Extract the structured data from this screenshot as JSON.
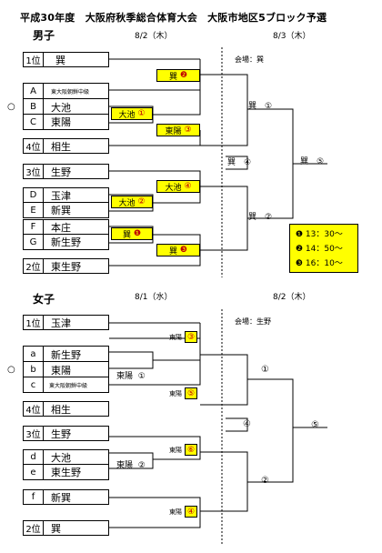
{
  "header": {
    "title": "平成30年度　大阪府秋季総合体育大会　大阪市地区5ブロック予選"
  },
  "boys": {
    "heading": "男子",
    "date_round1": "8/2（木）",
    "date_round2": "8/3（木）",
    "venue": "会場：巽",
    "teams": [
      {
        "seed": "1位",
        "name": "巽"
      },
      {
        "seed": "A",
        "name": "東大阪朝鮮中級"
      },
      {
        "seed": "B",
        "name": "大池"
      },
      {
        "seed": "C",
        "name": "東陽"
      },
      {
        "seed": "4位",
        "name": "相生"
      },
      {
        "seed": "3位",
        "name": "生野"
      },
      {
        "seed": "D",
        "name": "玉津"
      },
      {
        "seed": "E",
        "name": "新巽"
      },
      {
        "seed": "F",
        "name": "本庄"
      },
      {
        "seed": "G",
        "name": "新生野"
      },
      {
        "seed": "2位",
        "name": "東生野"
      }
    ],
    "circle_mark": "○",
    "matches": {
      "m_a": {
        "team": "大池",
        "num": "①"
      },
      "m_b": {
        "team": "東陽",
        "num": "③"
      },
      "m_c": {
        "team": "巽",
        "num": "❷"
      },
      "m_d": {
        "team": "大池",
        "num": "②"
      },
      "m_e": {
        "team": "大池",
        "num": "④"
      },
      "m_f": {
        "team": "巽",
        "num": "❶"
      },
      "m_g": {
        "team": "巽",
        "num": "❸"
      }
    },
    "final": {
      "upper": "巽　①",
      "lower": "巽　②",
      "third": "巽　④",
      "champ": "巽　⑤"
    },
    "schedule": [
      "❶ 13：30～",
      "❷ 14：50～",
      "❸ 16：10～"
    ]
  },
  "girls": {
    "heading": "女子",
    "date_round1": "8/1（水）",
    "date_round2": "8/2（木）",
    "venue": "会場：生野",
    "teams": [
      {
        "seed": "1位",
        "name": "玉津"
      },
      {
        "seed": "a",
        "name": "新生野"
      },
      {
        "seed": "b",
        "name": "東陽"
      },
      {
        "seed": "c",
        "name": "東大阪朝鮮中級"
      },
      {
        "seed": "4位",
        "name": "相生"
      },
      {
        "seed": "3位",
        "name": "生野"
      },
      {
        "seed": "d",
        "name": "大池"
      },
      {
        "seed": "e",
        "name": "東生野"
      },
      {
        "seed": "f",
        "name": "新巽"
      },
      {
        "seed": "2位",
        "name": "巽"
      }
    ],
    "circle_mark": "○",
    "matches": {
      "m_a": {
        "team": "東陽",
        "num": "①"
      },
      "m_b": {
        "team": "東陽",
        "num": "③"
      },
      "m_c": {
        "team": "東陽",
        "num": "⑤"
      },
      "m_d": {
        "team": "東陽",
        "num": "②"
      },
      "m_e": {
        "team": "東陽",
        "num": "⑥"
      },
      "m_f": {
        "team": "東陽",
        "num": "④"
      }
    },
    "final": {
      "upper": "①",
      "lower": "②",
      "third": "④",
      "champ": "⑤"
    }
  }
}
